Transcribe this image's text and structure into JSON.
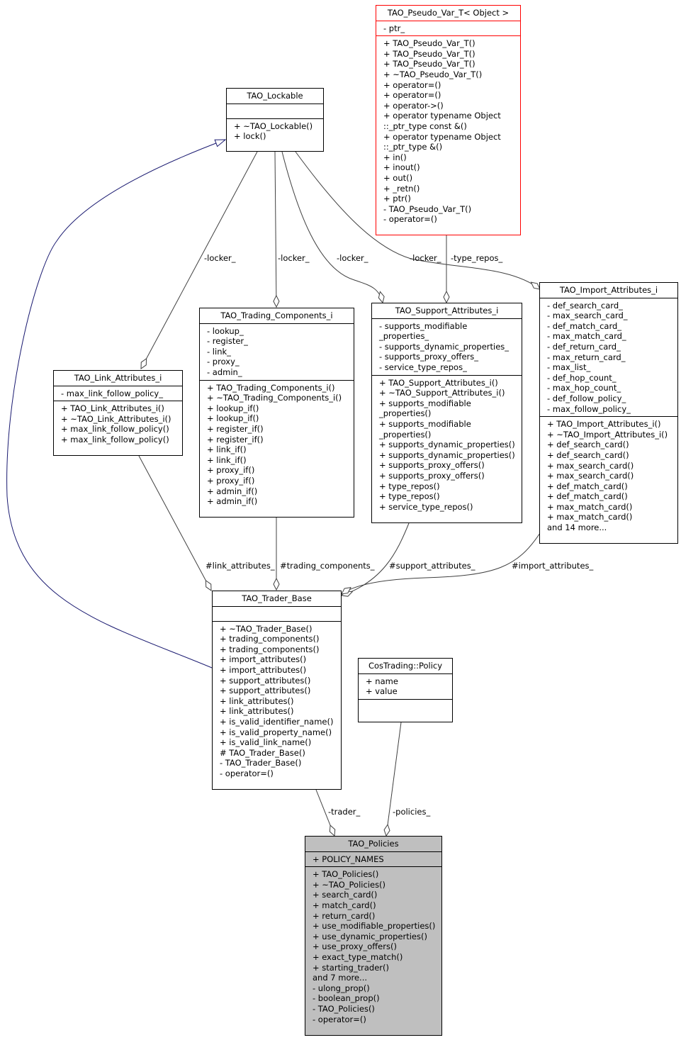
{
  "classes": [
    {
      "id": "pseudo_var",
      "title": "TAO_Pseudo_Var_T< Object >",
      "attributes": [
        "- ptr_"
      ],
      "methods": [
        "+ TAO_Pseudo_Var_T()",
        "+ TAO_Pseudo_Var_T()",
        "+ TAO_Pseudo_Var_T()",
        "+ ~TAO_Pseudo_Var_T()",
        "+ operator=()",
        "+ operator=()",
        "+ operator->()",
        "+ operator typename Object",
        "::_ptr_type const &()",
        "+ operator typename Object",
        "::_ptr_type &()",
        "+ in()",
        "+ inout()",
        "+ out()",
        "+ _retn()",
        "+ ptr()",
        "- TAO_Pseudo_Var_T()",
        "- operator=()"
      ]
    },
    {
      "id": "lockable",
      "title": "TAO_Lockable",
      "attributes": [],
      "methods": [
        "+ ~TAO_Lockable()",
        "+ lock()"
      ]
    },
    {
      "id": "trading_components",
      "title": "TAO_Trading_Components_i",
      "attributes": [
        "- lookup_",
        "- register_",
        "- link_",
        "- proxy_",
        "- admin_"
      ],
      "methods": [
        "+ TAO_Trading_Components_i()",
        "+ ~TAO_Trading_Components_i()",
        "+ lookup_if()",
        "+ lookup_if()",
        "+ register_if()",
        "+ register_if()",
        "+ link_if()",
        "+ link_if()",
        "+ proxy_if()",
        "+ proxy_if()",
        "+ admin_if()",
        "+ admin_if()"
      ]
    },
    {
      "id": "support_attributes",
      "title": "TAO_Support_Attributes_i",
      "attributes": [
        "- supports_modifiable",
        "_properties_",
        "- supports_dynamic_properties_",
        "- supports_proxy_offers_",
        "- service_type_repos_"
      ],
      "methods": [
        "+ TAO_Support_Attributes_i()",
        "+ ~TAO_Support_Attributes_i()",
        "+ supports_modifiable",
        "_properties()",
        "+ supports_modifiable",
        "_properties()",
        "+ supports_dynamic_properties()",
        "+ supports_dynamic_properties()",
        "+ supports_proxy_offers()",
        "+ supports_proxy_offers()",
        "+ type_repos()",
        "+ type_repos()",
        "+ service_type_repos()"
      ]
    },
    {
      "id": "import_attributes",
      "title": "TAO_Import_Attributes_i",
      "attributes": [
        "- def_search_card_",
        "- max_search_card_",
        "- def_match_card_",
        "- max_match_card_",
        "- def_return_card_",
        "- max_return_card_",
        "- max_list_",
        "- def_hop_count_",
        "- max_hop_count_",
        "- def_follow_policy_",
        "- max_follow_policy_"
      ],
      "methods": [
        "+ TAO_Import_Attributes_i()",
        "+ ~TAO_Import_Attributes_i()",
        "+ def_search_card()",
        "+ def_search_card()",
        "+ max_search_card()",
        "+ max_search_card()",
        "+ def_match_card()",
        "+ def_match_card()",
        "+ max_match_card()",
        "+ max_match_card()",
        "and 14 more..."
      ]
    },
    {
      "id": "link_attributes",
      "title": "TAO_Link_Attributes_i",
      "attributes": [
        "- max_link_follow_policy_"
      ],
      "methods": [
        "+ TAO_Link_Attributes_i()",
        "+ ~TAO_Link_Attributes_i()",
        "+ max_link_follow_policy()",
        "+ max_link_follow_policy()"
      ]
    },
    {
      "id": "trader_base",
      "title": "TAO_Trader_Base",
      "attributes": [],
      "methods": [
        "+ ~TAO_Trader_Base()",
        "+ trading_components()",
        "+ trading_components()",
        "+ import_attributes()",
        "+ import_attributes()",
        "+ support_attributes()",
        "+ support_attributes()",
        "+ link_attributes()",
        "+ link_attributes()",
        "+ is_valid_identifier_name()",
        "+ is_valid_property_name()",
        "+ is_valid_link_name()",
        "# TAO_Trader_Base()",
        "- TAO_Trader_Base()",
        "- operator=()"
      ]
    },
    {
      "id": "policy",
      "title": "CosTrading::Policy",
      "attributes": [
        "+ name",
        "+ value"
      ],
      "methods": []
    },
    {
      "id": "policies",
      "title": "TAO_Policies",
      "attributes": [
        "+ POLICY_NAMES"
      ],
      "methods": [
        "+ TAO_Policies()",
        "+ ~TAO_Policies()",
        "+ search_card()",
        "+ match_card()",
        "+ return_card()",
        "+ use_modifiable_properties()",
        "+ use_dynamic_properties()",
        "+ use_proxy_offers()",
        "+ exact_type_match()",
        "+ starting_trader()",
        "and 7 more...",
        "- ulong_prop()",
        "- boolean_prop()",
        "- TAO_Policies()",
        "- operator=()"
      ]
    }
  ],
  "edge_labels": [
    {
      "id": "locker_link",
      "text": "-locker_"
    },
    {
      "id": "locker_trading",
      "text": "-locker_"
    },
    {
      "id": "locker_support",
      "text": "-locker_"
    },
    {
      "id": "locker_import",
      "text": "-locker_"
    },
    {
      "id": "type_repos",
      "text": "-type_repos_"
    },
    {
      "id": "link_attributes_edge",
      "text": "#link_attributes_"
    },
    {
      "id": "trading_components_edge",
      "text": "#trading_components_"
    },
    {
      "id": "support_attributes_edge",
      "text": "#support_attributes_"
    },
    {
      "id": "import_attributes_edge",
      "text": "#import_attributes_"
    },
    {
      "id": "trader_edge",
      "text": "-trader_"
    },
    {
      "id": "policies_edge",
      "text": "-policies_"
    }
  ],
  "colors": {
    "default_border": "#000000",
    "template_border": "#ff0000",
    "focus_fill": "#bfbfbf",
    "inheritance_edge": "#191970",
    "association_edge": "#404040"
  }
}
